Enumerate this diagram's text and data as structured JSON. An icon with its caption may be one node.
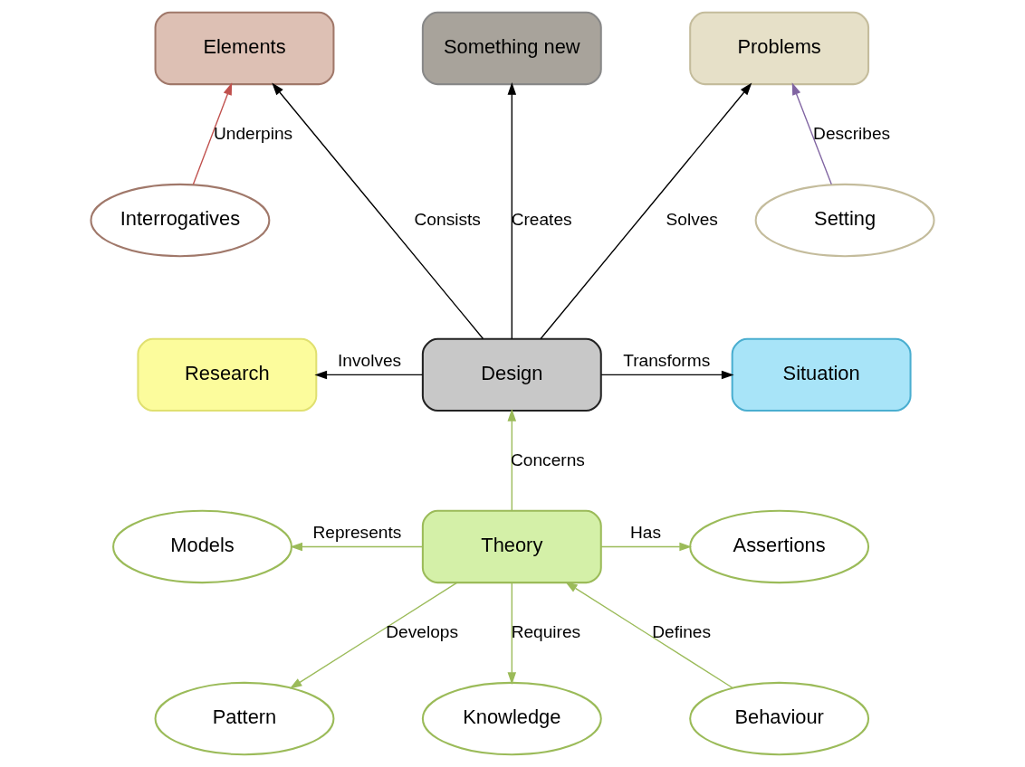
{
  "diagram": {
    "nodes": [
      {
        "text": [
          "Elements"
        ]
      },
      {
        "text": [
          "Something new"
        ]
      },
      {
        "text": [
          "Problems"
        ]
      },
      {
        "text": [
          "Interrogatives"
        ]
      },
      {
        "text": [
          "Setting"
        ]
      },
      {
        "text": [
          "Research"
        ]
      },
      {
        "text": [
          "Design"
        ]
      },
      {
        "text": [
          "Situation"
        ]
      },
      {
        "text": [
          "Theory"
        ]
      },
      {
        "text": [
          "Models"
        ]
      },
      {
        "text": [
          "Assertions"
        ]
      },
      {
        "text": [
          "Pattern"
        ]
      },
      {
        "text": [
          "Knowledge"
        ]
      },
      {
        "text": [
          "Behaviour"
        ]
      }
    ],
    "edges": [
      {
        "from": 6,
        "to": 0,
        "arrow": "to",
        "label": "Consists",
        "color": "#000000"
      },
      {
        "from": 6,
        "to": 1,
        "arrow": "to",
        "label": "Creates",
        "color": "#000000"
      },
      {
        "from": 6,
        "to": 2,
        "arrow": "to",
        "label": "Solves",
        "color": "#000000"
      },
      {
        "from": 3,
        "to": 0,
        "arrow": "to",
        "label": "Underpins",
        "color": "#c0504d"
      },
      {
        "from": 4,
        "to": 2,
        "arrow": "to",
        "label": "Describes",
        "color": "#8064a2"
      },
      {
        "from": 6,
        "to": 5,
        "arrow": "to",
        "label": "Involves",
        "color": "#000000"
      },
      {
        "from": 6,
        "to": 7,
        "arrow": "to",
        "label": "Transforms",
        "color": "#000000"
      },
      {
        "from": 8,
        "to": 6,
        "arrow": "to",
        "label": "Concerns"
      },
      {
        "from": 8,
        "to": 9,
        "arrow": "to",
        "label": "Represents"
      },
      {
        "from": 8,
        "to": 11,
        "arrow": "to",
        "label": "Develops"
      },
      {
        "from": 8,
        "to": 10,
        "arrow": "to",
        "label": "Has"
      },
      {
        "from": 8,
        "to": 12,
        "arrow": "to",
        "label": "Requires"
      },
      {
        "from": 13,
        "to": 8,
        "arrow": "to",
        "label": "Defines"
      }
    ]
  }
}
